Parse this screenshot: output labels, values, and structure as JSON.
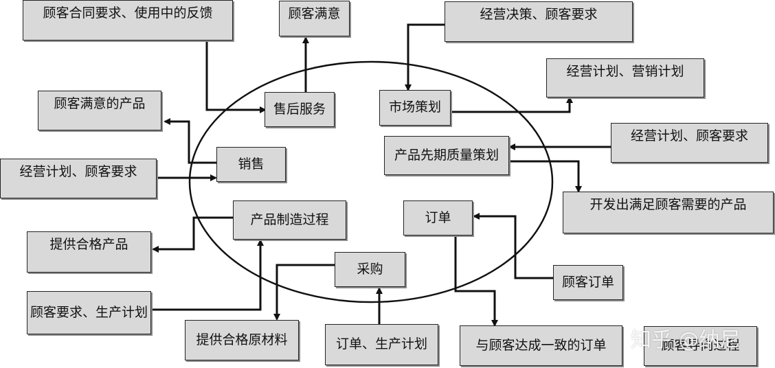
{
  "nodes": {
    "after_sales": "售后服务",
    "market_planning": "市场策划",
    "sales": "销售",
    "apqp": "产品先期质量策划",
    "manufacturing": "产品制造过程",
    "order": "订单",
    "purchasing": "采购",
    "customer_feedback": "顾客合同要求、使用中的反馈",
    "customer_satisfaction": "顾客满意",
    "business_decision": "经营决策、顾客要求",
    "business_marketing_plan": "经营计划、营销计划",
    "satisfied_product": "顾客满意的产品",
    "business_plan_req_left": "经营计划、顾客要求",
    "business_plan_req_right": "经营计划、顾客要求",
    "develop_product": "开发出满足顾客需要的产品",
    "qualified_product": "提供合格产品",
    "customer_order": "顾客订单",
    "req_production_plan": "顾客要求、生产计划",
    "qualified_material": "提供合格原材料",
    "order_production_plan": "订单、生产计划",
    "agreed_order": "与顾客达成一致的订单",
    "customer_oriented": "顾客导向过程"
  },
  "watermark": "知乎 @纳尼",
  "colors": {
    "box_fill": "#d9d9d9",
    "stroke": "#111111"
  }
}
